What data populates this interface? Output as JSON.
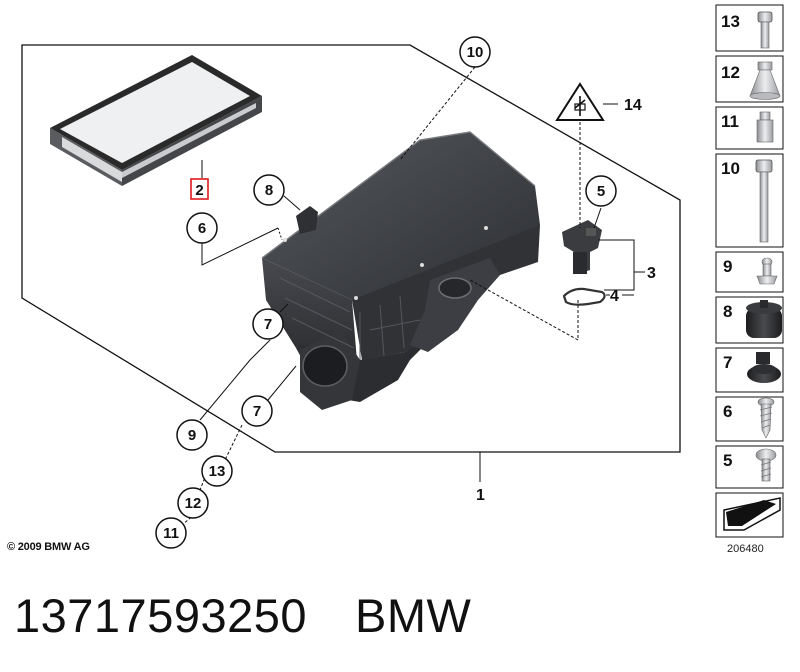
{
  "callouts": {
    "c10": "10",
    "c14": "14",
    "c2": "2",
    "c8": "8",
    "c6": "6",
    "c5": "5",
    "c3": "3",
    "c4": "4",
    "c7a": "7",
    "c7b": "7",
    "c9": "9",
    "c13": "13",
    "c12": "12",
    "c11": "11",
    "c1": "1"
  },
  "side_panel": [
    "13",
    "12",
    "11",
    "10",
    "9",
    "8",
    "7",
    "6",
    "5"
  ],
  "copyright": "© 2009 BMW AG",
  "diagram_id": "206480",
  "footer": {
    "part_number": "13717593250",
    "brand": "BMW"
  },
  "colors": {
    "highlight": "#e0191c",
    "line": "#111111",
    "part_dark": "#3a3c40",
    "filter_frame": "#2a2a2a",
    "filter_media": "#eef0f2"
  }
}
